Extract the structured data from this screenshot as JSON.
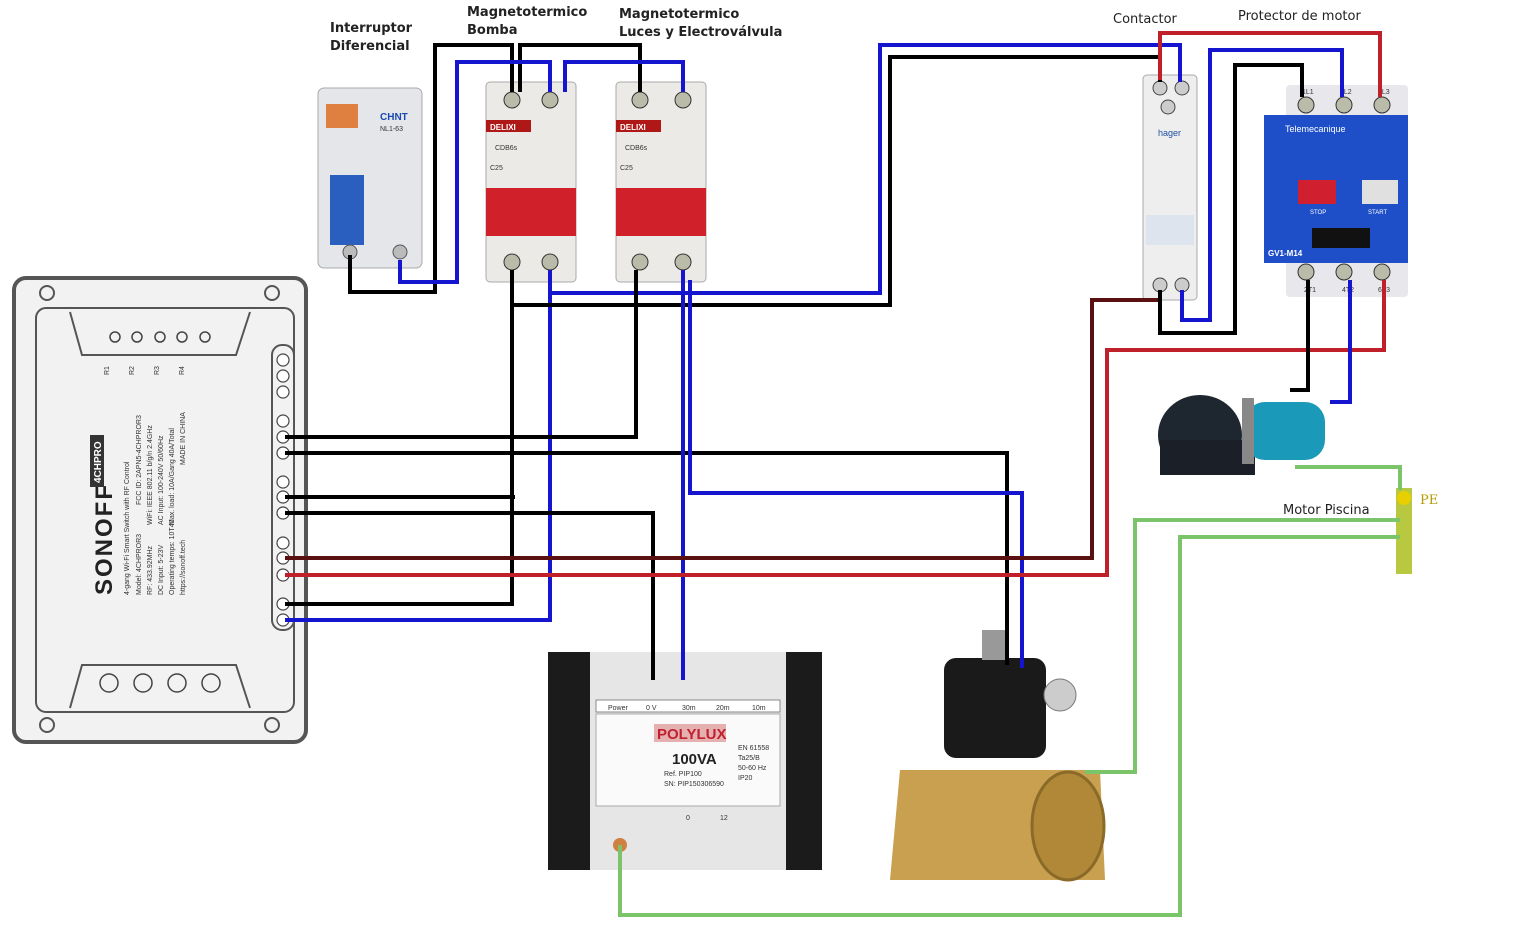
{
  "labels": {
    "diferencial": [
      "Interruptor",
      "Diferencial"
    ],
    "bomba": [
      "Magnetotermico",
      "Bomba"
    ],
    "luces": [
      "Magnetotermico",
      "Luces y Electroválvula"
    ],
    "contactor": "Contactor",
    "protector": "Protector de motor",
    "motor": "Motor Piscina",
    "pe": "PE"
  },
  "devices": {
    "diferencial_brand": "CHNT",
    "diferencial_model": "NL1-63",
    "breaker_brand": "DELIXI",
    "breaker_model": "CDB6s",
    "breaker_rating": "C25",
    "contactor_brand": "hager",
    "protector_brand": "Telemecanique",
    "protector_model": "GV1-M14",
    "protector_stop": "STOP",
    "protector_start": "START",
    "protector_terminals_top": [
      "1L1",
      "3L2",
      "5L3"
    ],
    "protector_terminals_bottom": [
      "2T1",
      "4T2",
      "6T3"
    ],
    "sonoff": {
      "brand": "SONOFF",
      "badge": "4CHPRO",
      "title": "4-gang Wi-Fi Smart Switch with RF Control",
      "specs": [
        "Model: 4CHPROR3",
        "FCC ID: 2APN5-4CHPROR3",
        "RF: 433.92MHz",
        "WiFi: IEEE 802.11 b/g/n 2.4GHz",
        "DC Input: 5-23V",
        "AC Input: 100-240V 50/60Hz",
        "Operating temps: 10T40",
        "Max. load: 10A/Gang 40A/Total",
        "https://sonoff.tech",
        "MADE IN CHINA"
      ],
      "relays": [
        "R1",
        "R2",
        "R3",
        "R4"
      ]
    },
    "transformer": {
      "brand": "POLYLUX",
      "power": "100VA",
      "ref": "Ref. PIP100",
      "sn": "SN: PIP150306590",
      "terminals": [
        "Power",
        "0 V",
        "30m",
        "20m",
        "10m"
      ],
      "specs": [
        "EN 61558",
        "Ta25/B",
        "50-60 Hz",
        "IP20"
      ],
      "bottom": [
        "0",
        "12"
      ]
    }
  },
  "colors": {
    "black": "#000000",
    "blue": "#1515d0",
    "red": "#c0202a",
    "dark_red": "#5a1010",
    "green": "#7cc46a"
  }
}
